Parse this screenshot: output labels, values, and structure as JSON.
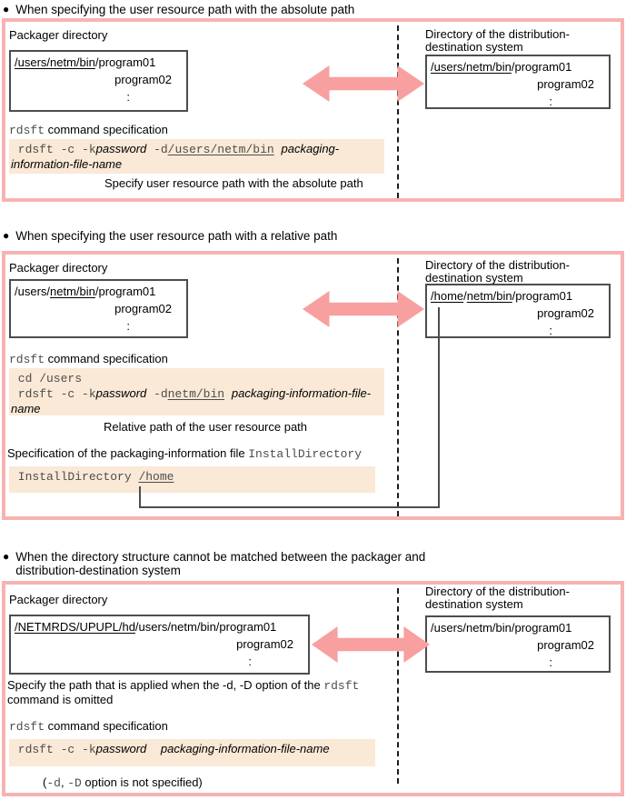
{
  "colors": {
    "frame_pink": "#f8b2b2",
    "arrow_pink": "#f89f9f",
    "code_highlight": "#fae9d6",
    "box_border": "#4d4d4d"
  },
  "sections": [
    {
      "bullet": "●",
      "title": "When specifying the user resource path with the absolute path",
      "packager_label": "Packager directory",
      "packager_lines": [
        [
          {
            "t": "/users/netm/bin",
            "c": "u"
          },
          {
            "t": "/program01"
          }
        ],
        [
          {
            "t": "program02"
          }
        ],
        [
          {
            "t": ":"
          }
        ]
      ],
      "destination_label": "Directory of the distribution-destination system",
      "destination_lines": [
        [
          {
            "t": "/users/netm/bin",
            "c": "u"
          },
          {
            "t": "/program01"
          }
        ],
        [
          {
            "t": "program02"
          }
        ],
        [
          {
            "t": ":"
          }
        ]
      ],
      "command_heading": [
        {
          "t": "rdsft",
          "c": "mono"
        },
        {
          "t": " command specification"
        }
      ],
      "command_lines": [
        [
          {
            "t": " rdsft -c -k",
            "c": "mono"
          },
          {
            "t": "password",
            "c": "it"
          },
          {
            "t": " -d",
            "c": "mono"
          },
          {
            "t": "/users/netm/bin",
            "c": "mono u"
          },
          {
            "t": " ",
            "c": "mono"
          },
          {
            "t": "packaging-",
            "c": "it"
          }
        ],
        [
          {
            "t": "information-file-name",
            "c": "it"
          }
        ]
      ],
      "caption": "Specify user resource path with the absolute path"
    },
    {
      "bullet": "●",
      "title": "When specifying the user resource path with a relative path",
      "packager_label": "Packager directory",
      "packager_lines": [
        [
          {
            "t": "/users/"
          },
          {
            "t": "netm/bin",
            "c": "u"
          },
          {
            "t": "/program01"
          }
        ],
        [
          {
            "t": "program02"
          }
        ],
        [
          {
            "t": ":"
          }
        ]
      ],
      "destination_label": "Directory of the distribution-destination system",
      "destination_lines": [
        [
          {
            "t": "/home",
            "c": "u"
          },
          {
            "t": "/"
          },
          {
            "t": "netm/bin",
            "c": "u"
          },
          {
            "t": "/program01"
          }
        ],
        [
          {
            "t": "program02"
          }
        ],
        [
          {
            "t": ":"
          }
        ]
      ],
      "command_heading": [
        {
          "t": "rdsft",
          "c": "mono"
        },
        {
          "t": " command specification"
        }
      ],
      "command_lines": [
        [
          {
            "t": " cd /users",
            "c": "mono"
          }
        ],
        [
          {
            "t": " rdsft -c -k",
            "c": "mono"
          },
          {
            "t": "password",
            "c": "it"
          },
          {
            "t": " -d",
            "c": "mono"
          },
          {
            "t": "netm/bin",
            "c": "mono u"
          },
          {
            "t": " ",
            "c": "mono"
          },
          {
            "t": "packaging-information-file-",
            "c": "it"
          }
        ],
        [
          {
            "t": "name",
            "c": "it"
          }
        ]
      ],
      "caption": "Relative path of the user resource path",
      "spec_heading": [
        {
          "t": "Specification of the packaging-information file "
        },
        {
          "t": "InstallDirectory",
          "c": "mono"
        }
      ],
      "install_lines": [
        [
          {
            "t": " InstallDirectory ",
            "c": "mono"
          },
          {
            "t": "/home",
            "c": "mono u"
          }
        ]
      ]
    },
    {
      "bullet": "●",
      "title": "When the directory structure cannot be matched between the packager and distribution-destination system",
      "packager_label": "Packager directory",
      "packager_lines": [
        [
          {
            "t": "/NETMRDS/UPUPL/hd",
            "c": "u"
          },
          {
            "t": "/users/netm/bin/program01"
          }
        ],
        [
          {
            "t": "program02"
          }
        ],
        [
          {
            "t": ":"
          }
        ]
      ],
      "destination_label": "Directory of the distribution-destination system",
      "destination_lines": [
        [
          {
            "t": "/users/netm/bin/program01"
          }
        ],
        [
          {
            "t": "program02"
          }
        ],
        [
          {
            "t": ":"
          }
        ]
      ],
      "note": [
        {
          "t": "Specify the path that is applied when the -d, -D option of the "
        },
        {
          "t": "rdsft",
          "c": "mono"
        },
        {
          "t": " command is omitted"
        }
      ],
      "command_heading": [
        {
          "t": "rdsft",
          "c": "mono"
        },
        {
          "t": " command specification"
        }
      ],
      "command_lines": [
        [
          {
            "t": " rdsft -c -k",
            "c": "mono"
          },
          {
            "t": "password",
            "c": "it"
          },
          {
            "t": "  ",
            "c": "mono"
          },
          {
            "t": "packaging-information-file-name",
            "c": "it"
          }
        ]
      ],
      "footnote": [
        {
          "t": "("
        },
        {
          "t": "-d",
          "c": "mono"
        },
        {
          "t": ", "
        },
        {
          "t": "-D",
          "c": "mono"
        },
        {
          "t": " option is not specified)"
        }
      ]
    }
  ]
}
